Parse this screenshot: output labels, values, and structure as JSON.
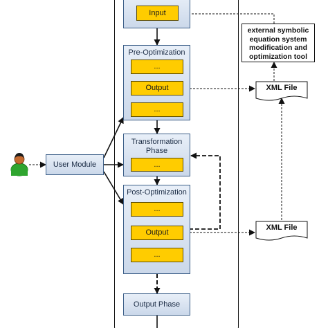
{
  "phases": {
    "input_label": "Input",
    "pre_optimization": {
      "title": "Pre-Optimization",
      "slots": [
        "...",
        "Output",
        "..."
      ]
    },
    "transformation": {
      "title_line1": "Transformation",
      "title_line2": "Phase",
      "slots": [
        "..."
      ]
    },
    "post_optimization": {
      "title": "Post-Optimization",
      "slots": [
        "...",
        "Output",
        "..."
      ]
    },
    "output_phase": "Output Phase"
  },
  "user_module": "User Module",
  "user_icon": "user-person-icon",
  "xml_files": [
    "XML File",
    "XML File"
  ],
  "tool": {
    "lines": [
      "external symbolic",
      "equation system",
      "modification and",
      "optimization tool"
    ]
  },
  "colors": {
    "slot": "#ffcc00",
    "phase_top": "#e8eff8",
    "phase_bottom": "#cbd8ea",
    "border": "#3a5d87",
    "user_shirt": "#2fa52f",
    "user_skin": "#c46a2f"
  }
}
